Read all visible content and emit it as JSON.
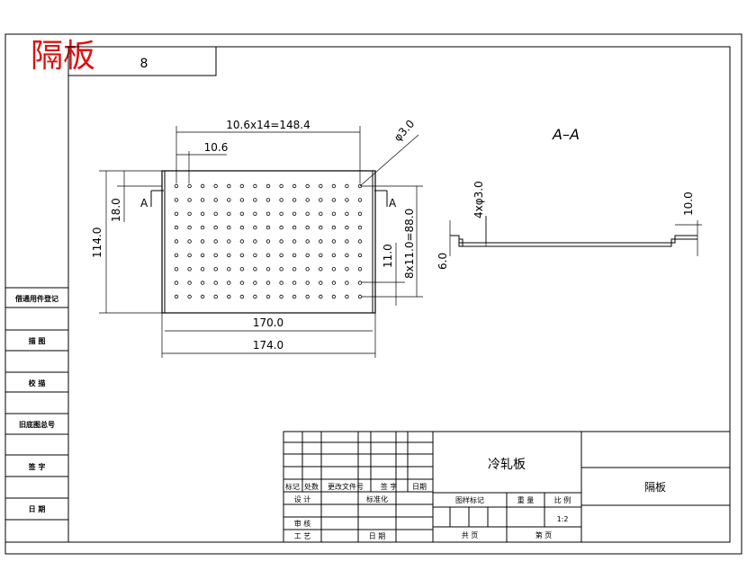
{
  "header": {
    "title": "隔板",
    "title_color": "#e01010",
    "quantity": "8"
  },
  "plate": {
    "dims": {
      "pitch_total": "10.6x14=148.4",
      "pitch": "10.6",
      "hole_dia": "φ3.0",
      "edge_top": "18.0",
      "height_total": "114.0",
      "row_pitch": "11.0",
      "row_total": "8x11.0=88.0",
      "inner_width": "170.0",
      "outer_width": "174.0"
    },
    "section_marks": {
      "left": "A",
      "right": "A"
    },
    "hole_columns": 15,
    "hole_rows": 9
  },
  "section": {
    "label": "A–A",
    "dims": {
      "holes": "4xφ3.0",
      "flange": "10.0",
      "depth": "6.0"
    }
  },
  "side_table": {
    "rows": [
      "借通用件登记",
      "描 图",
      "校 描",
      "旧底图总号",
      "签 字",
      "日 期"
    ]
  },
  "title_block": {
    "material": "冷轧板",
    "part_name": "隔板",
    "rev_labels": [
      "标记",
      "处数",
      "更改文件号",
      "签 字",
      "日期"
    ],
    "sign_labels": [
      "设 计",
      "标准化",
      "审 核",
      "工 艺",
      "日 期"
    ],
    "block_labels": [
      "图样标记",
      "重 量",
      "比 例"
    ],
    "scale": "1:2",
    "sheets": [
      "共    页",
      "第    页"
    ]
  }
}
